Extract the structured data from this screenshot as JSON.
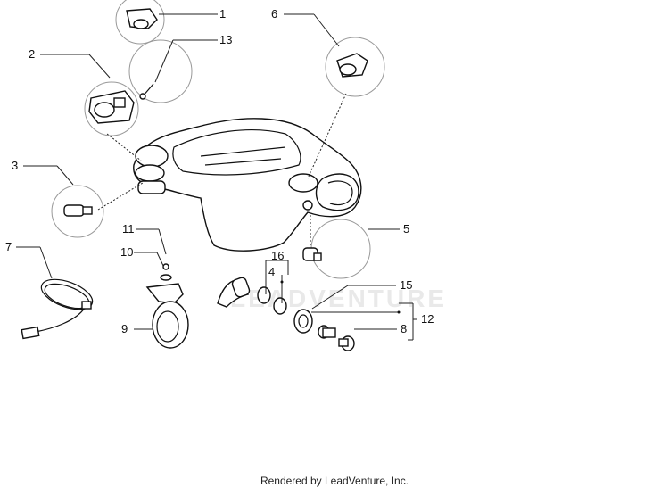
{
  "callouts": {
    "c1": "1",
    "c2": "2",
    "c3": "3",
    "c4": "4",
    "c5": "5",
    "c6": "6",
    "c7": "7",
    "c8": "8",
    "c9": "9",
    "c10": "10",
    "c11": "11",
    "c12": "12",
    "c13": "13",
    "c15": "15",
    "c16": "16"
  },
  "watermark": "LEADVENTURE",
  "footer": "Rendered by LeadVenture, Inc."
}
